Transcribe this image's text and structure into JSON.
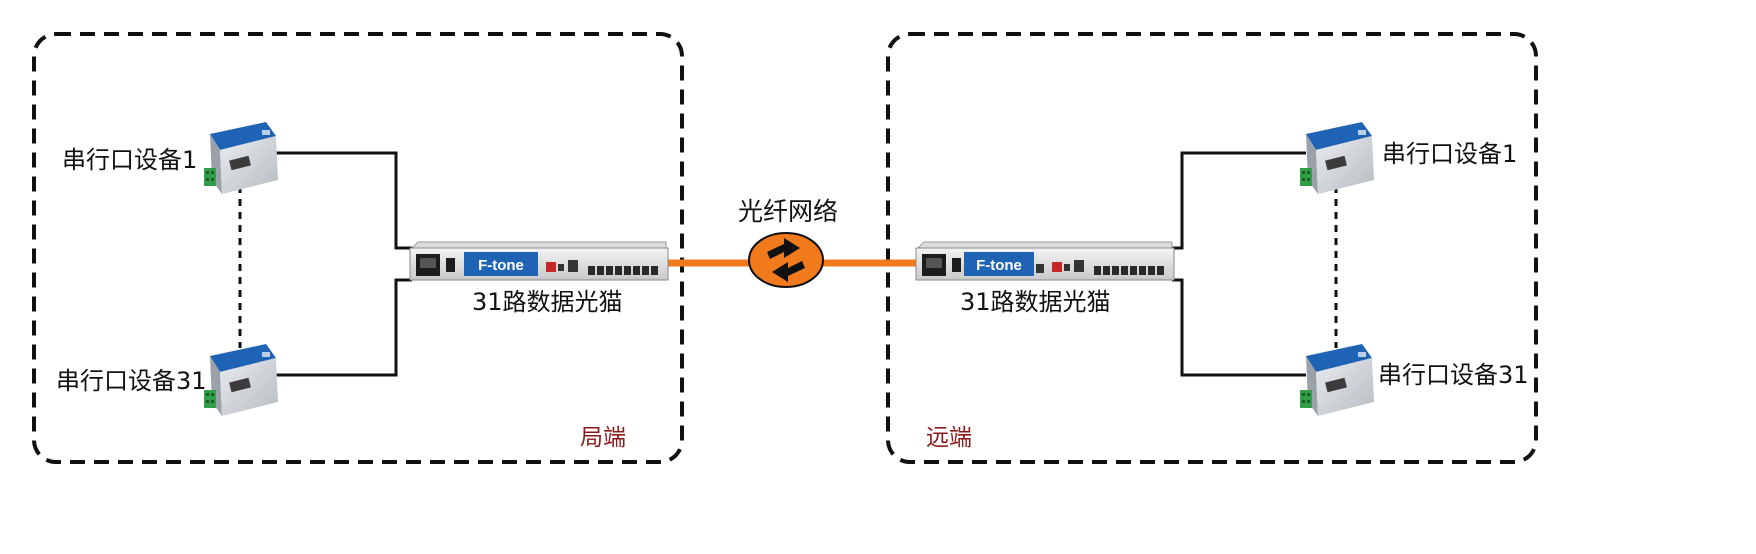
{
  "diagram": {
    "local_side": {
      "zone_label": "局端",
      "device_top_label": "串行口设备1",
      "device_bottom_label": "串行口设备31",
      "modem_label": "31路数据光猫",
      "modem_brand": "F-tone"
    },
    "remote_side": {
      "zone_label": "远端",
      "device_top_label": "串行口设备1",
      "device_bottom_label": "串行口设备31",
      "modem_label": "31路数据光猫",
      "modem_brand": "F-tone"
    },
    "network_label": "光纤网络"
  },
  "colors": {
    "fiber": "#f07a1c",
    "cloud_fill": "#f07a1c",
    "zone_label": "#8b1a1a",
    "brand_blue": "#1f63b4",
    "frame": "#111111"
  }
}
